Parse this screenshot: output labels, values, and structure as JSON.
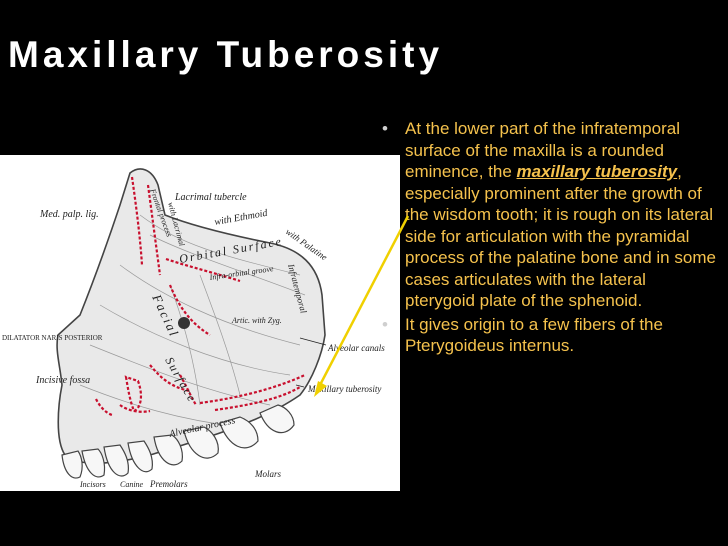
{
  "slide": {
    "title": "Maxillary Tuberosity",
    "bullets": [
      {
        "before": "At the lower part of the infratemporal surface of the maxilla is a rounded eminence, the ",
        "keyword": "maxillary tuberosity",
        "after": ", especially prominent after the growth of the wisdom tooth; it is rough on its lateral side for articulation with the pyramidal process of the palatine bone and in some cases articulates with the lateral pterygoid plate of the sphenoid."
      },
      {
        "before": "It gives origin to a few fibers of the Pterygoideus internus.",
        "keyword": "",
        "after": ""
      }
    ]
  },
  "figure_labels": {
    "lacrimal_tubercle": "Lacrimal tubercle",
    "frontal_process": "Frontal process",
    "with_lacrimal": "with Lacrimal",
    "with_ethmoid": "with Ethmoid",
    "with_palatine": "with Palatine",
    "med_palp_lig": "Med. palp. lig.",
    "orbital_surface": "Orbital Surface",
    "infraorbital_groove": "Infra-orbital groove",
    "infratemporal": "Infratemporal",
    "facial": "Facial",
    "surface": "Surface",
    "artic_with_zyg": "Artic. with Zyg.",
    "dilatator": "DILATATOR NARIS POSTERIOR",
    "alveolar_canals": "Alveolar canals",
    "incisive_fossa": "Incisive fossa",
    "maxillary_tuberosity": "Maxillary tuberosity",
    "alveolar_process": "Alveolar process",
    "incisors": "Incisors",
    "canine": "Canine",
    "premolars": "Premolars",
    "molars": "Molars"
  },
  "colors": {
    "background": "#000000",
    "title": "#ffffff",
    "bullet_text": "#f5c24d",
    "arrow": "#f0d000",
    "muscle_outline": "#c8102e"
  }
}
